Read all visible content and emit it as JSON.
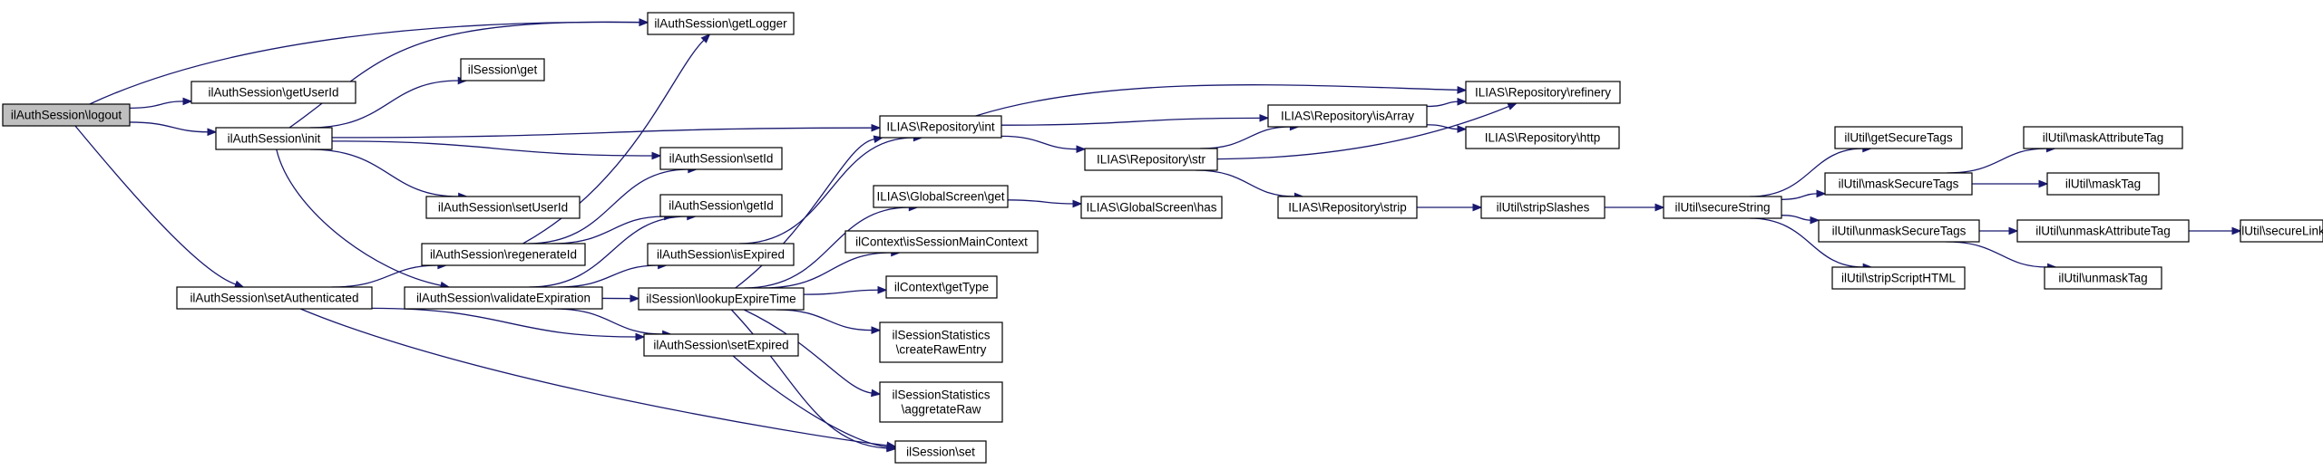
{
  "colors": {
    "edge": "#191970",
    "node_border": "#000000",
    "root_fill": "#bfbfbf",
    "node_fill": "#ffffff"
  },
  "nodes": {
    "logout": {
      "lines": [
        "ilAuthSession\\logout"
      ]
    },
    "getLogger": {
      "lines": [
        "ilAuthSession\\getLogger"
      ]
    },
    "getUserId": {
      "lines": [
        "ilAuthSession\\getUserId"
      ]
    },
    "init": {
      "lines": [
        "ilAuthSession\\init"
      ]
    },
    "setAuthenticated": {
      "lines": [
        "ilAuthSession\\setAuthenticated"
      ]
    },
    "sessGet": {
      "lines": [
        "ilSession\\get"
      ]
    },
    "setId": {
      "lines": [
        "ilAuthSession\\setId"
      ]
    },
    "setUserId": {
      "lines": [
        "ilAuthSession\\setUserId"
      ]
    },
    "getId": {
      "lines": [
        "ilAuthSession\\getId"
      ]
    },
    "regenerateId": {
      "lines": [
        "ilAuthSession\\regenerateId"
      ]
    },
    "isExpired": {
      "lines": [
        "ilAuthSession\\isExpired"
      ]
    },
    "validateExpiration": {
      "lines": [
        "ilAuthSession\\validateExpiration"
      ]
    },
    "lookupExpireTime": {
      "lines": [
        "ilSession\\lookupExpireTime"
      ]
    },
    "setExpired": {
      "lines": [
        "ilAuthSession\\setExpired"
      ]
    },
    "repoInt": {
      "lines": [
        "ILIAS\\Repository\\int"
      ]
    },
    "gsGet": {
      "lines": [
        "ILIAS\\GlobalScreen\\get"
      ]
    },
    "isSessionMainContext": {
      "lines": [
        "ilContext\\isSessionMainContext"
      ]
    },
    "getType": {
      "lines": [
        "ilContext\\getType"
      ]
    },
    "createRawEntry": {
      "lines": [
        "ilSessionStatistics",
        "\\createRawEntry"
      ]
    },
    "aggretateRaw": {
      "lines": [
        "ilSessionStatistics",
        "\\aggretateRaw"
      ]
    },
    "sessSet": {
      "lines": [
        "ilSession\\set"
      ]
    },
    "repoStr": {
      "lines": [
        "ILIAS\\Repository\\str"
      ]
    },
    "gsHas": {
      "lines": [
        "ILIAS\\GlobalScreen\\has"
      ]
    },
    "isArray": {
      "lines": [
        "ILIAS\\Repository\\isArray"
      ]
    },
    "repoStrip": {
      "lines": [
        "ILIAS\\Repository\\strip"
      ]
    },
    "refinery": {
      "lines": [
        "ILIAS\\Repository\\refinery"
      ]
    },
    "http": {
      "lines": [
        "ILIAS\\Repository\\http"
      ]
    },
    "stripSlashes": {
      "lines": [
        "ilUtil\\stripSlashes"
      ]
    },
    "secureString": {
      "lines": [
        "ilUtil\\secureString"
      ]
    },
    "getSecureTags": {
      "lines": [
        "ilUtil\\getSecureTags"
      ]
    },
    "maskSecureTags": {
      "lines": [
        "ilUtil\\maskSecureTags"
      ]
    },
    "unmaskSecureTags": {
      "lines": [
        "ilUtil\\unmaskSecureTags"
      ]
    },
    "stripScriptHTML": {
      "lines": [
        "ilUtil\\stripScriptHTML"
      ]
    },
    "maskAttributeTag": {
      "lines": [
        "ilUtil\\maskAttributeTag"
      ]
    },
    "maskTag": {
      "lines": [
        "ilUtil\\maskTag"
      ]
    },
    "unmaskAttributeTag": {
      "lines": [
        "ilUtil\\unmaskAttributeTag"
      ]
    },
    "unmaskTag": {
      "lines": [
        "ilUtil\\unmaskTag"
      ]
    },
    "secureLink": {
      "lines": [
        "ilUtil\\secureLink"
      ]
    }
  },
  "edges": [
    [
      "logout",
      "getLogger"
    ],
    [
      "logout",
      "getUserId"
    ],
    [
      "logout",
      "init"
    ],
    [
      "logout",
      "setAuthenticated"
    ],
    [
      "init",
      "getLogger"
    ],
    [
      "init",
      "sessGet"
    ],
    [
      "init",
      "repoInt"
    ],
    [
      "init",
      "setId"
    ],
    [
      "init",
      "setUserId"
    ],
    [
      "init",
      "validateExpiration"
    ],
    [
      "setAuthenticated",
      "regenerateId"
    ],
    [
      "setAuthenticated",
      "setExpired"
    ],
    [
      "setAuthenticated",
      "sessSet"
    ],
    [
      "regenerateId",
      "getLogger"
    ],
    [
      "regenerateId",
      "setId"
    ],
    [
      "regenerateId",
      "getId"
    ],
    [
      "validateExpiration",
      "getId"
    ],
    [
      "validateExpiration",
      "isExpired"
    ],
    [
      "validateExpiration",
      "lookupExpireTime"
    ],
    [
      "validateExpiration",
      "setExpired"
    ],
    [
      "isExpired",
      "repoInt"
    ],
    [
      "lookupExpireTime",
      "repoInt"
    ],
    [
      "lookupExpireTime",
      "gsGet"
    ],
    [
      "lookupExpireTime",
      "isSessionMainContext"
    ],
    [
      "lookupExpireTime",
      "getType"
    ],
    [
      "lookupExpireTime",
      "createRawEntry"
    ],
    [
      "lookupExpireTime",
      "aggretateRaw"
    ],
    [
      "lookupExpireTime",
      "sessSet"
    ],
    [
      "setExpired",
      "sessSet"
    ],
    [
      "repoInt",
      "refinery"
    ],
    [
      "repoInt",
      "isArray"
    ],
    [
      "repoInt",
      "repoStr"
    ],
    [
      "repoStr",
      "isArray"
    ],
    [
      "repoStr",
      "refinery"
    ],
    [
      "repoStr",
      "repoStrip"
    ],
    [
      "isArray",
      "refinery"
    ],
    [
      "isArray",
      "http"
    ],
    [
      "gsGet",
      "gsHas"
    ],
    [
      "repoStrip",
      "stripSlashes"
    ],
    [
      "stripSlashes",
      "secureString"
    ],
    [
      "secureString",
      "getSecureTags"
    ],
    [
      "secureString",
      "maskSecureTags"
    ],
    [
      "secureString",
      "unmaskSecureTags"
    ],
    [
      "secureString",
      "stripScriptHTML"
    ],
    [
      "maskSecureTags",
      "maskAttributeTag"
    ],
    [
      "maskSecureTags",
      "maskTag"
    ],
    [
      "unmaskSecureTags",
      "unmaskAttributeTag"
    ],
    [
      "unmaskSecureTags",
      "unmaskTag"
    ],
    [
      "unmaskAttributeTag",
      "secureLink"
    ]
  ]
}
